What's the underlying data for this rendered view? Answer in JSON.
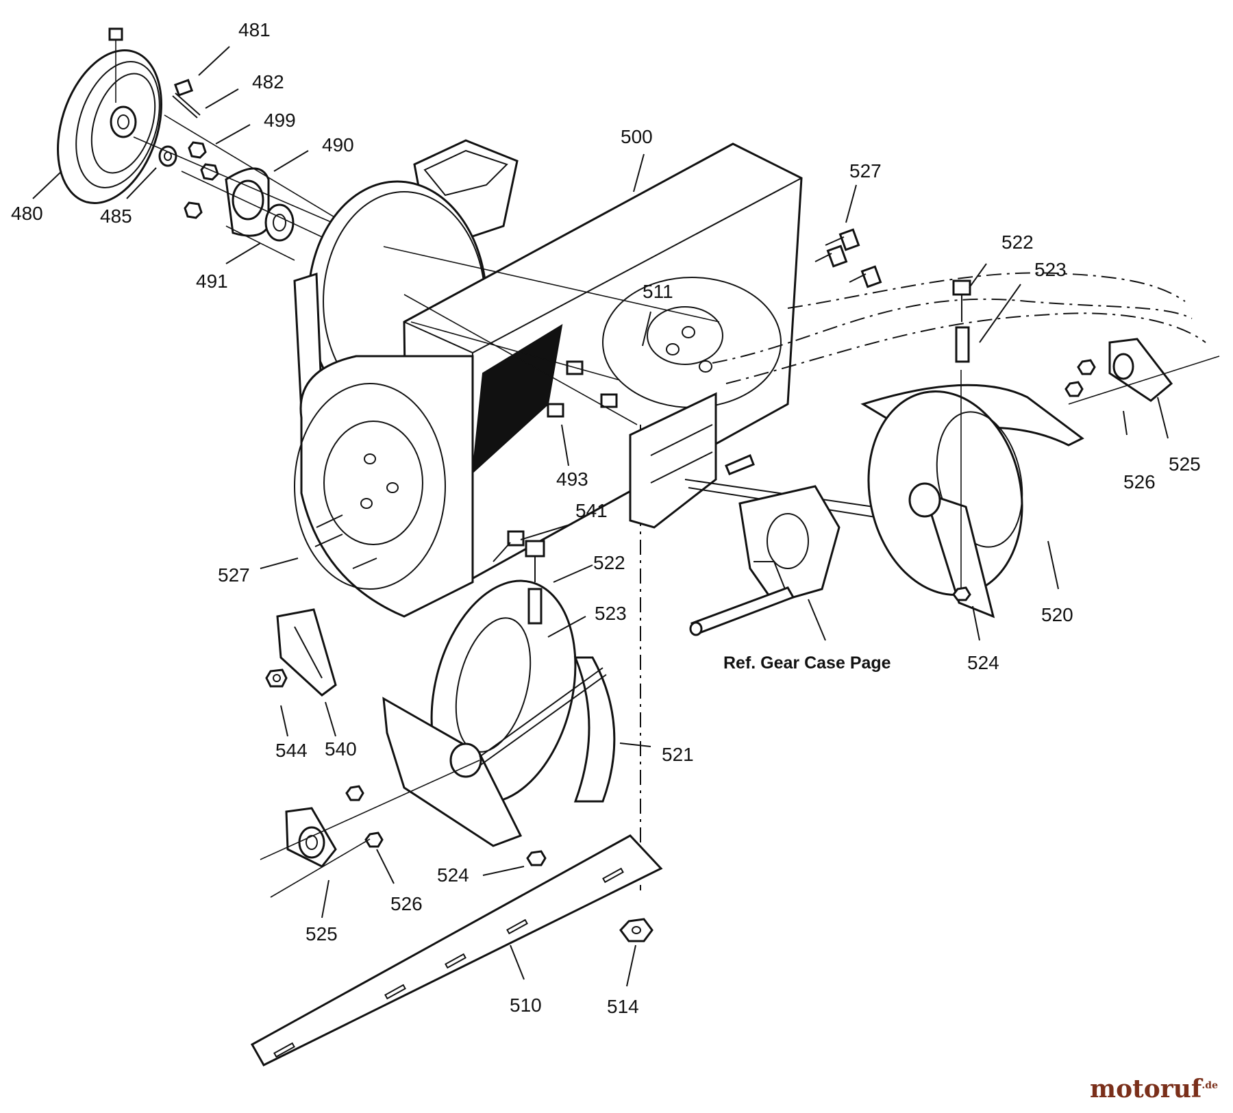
{
  "labels": {
    "p480": "480",
    "p481": "481",
    "p482": "482",
    "p485": "485",
    "p490": "490",
    "p491": "491",
    "p493": "493",
    "p499": "499",
    "p500": "500",
    "p510": "510",
    "p511": "511",
    "p514": "514",
    "p520": "520",
    "p521": "521",
    "p522_top": "522",
    "p522_mid": "522",
    "p523_top": "523",
    "p523_mid": "523",
    "p524_right": "524",
    "p524_left": "524",
    "p525_right": "525",
    "p525_left": "525",
    "p526_right": "526",
    "p526_left": "526",
    "p527_top": "527",
    "p527_left": "527",
    "p540": "540",
    "p541": "541",
    "p544": "544"
  },
  "reference_note": "Ref. Gear Case Page",
  "watermark": {
    "text_main": "motoruf",
    "text_suffix": ".de"
  },
  "icons": [
    "pulley-icon",
    "auger-housing-icon",
    "auger-icon",
    "gear-case-icon",
    "shave-plate-icon",
    "bearing-flange-icon",
    "bolt-icon",
    "nut-icon",
    "skid-shoe-icon"
  ]
}
